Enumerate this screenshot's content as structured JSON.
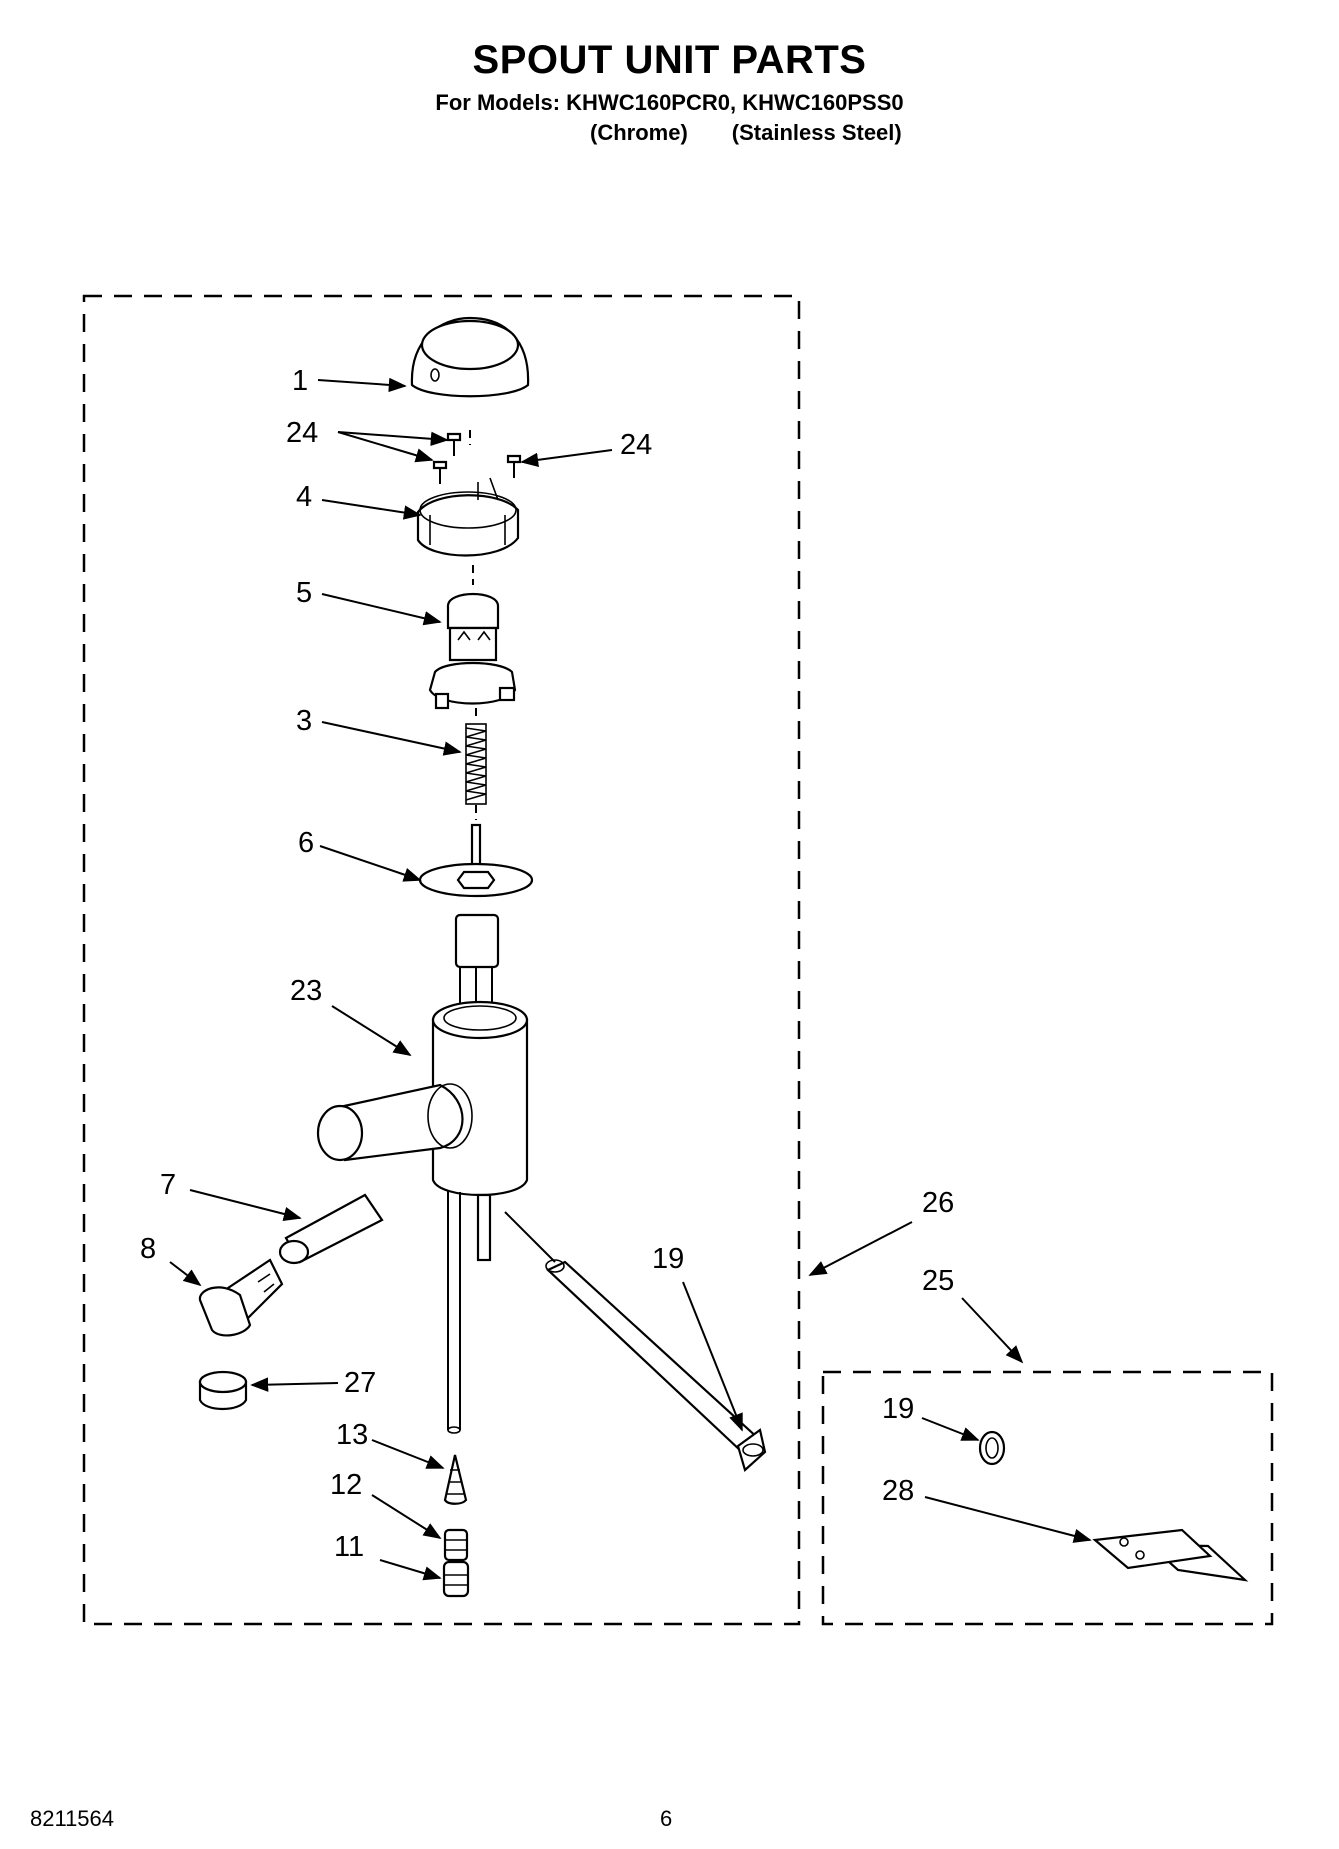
{
  "header": {
    "title": "SPOUT UNIT PARTS",
    "models": "For Models: KHWC160PCR0, KHWC160PSS0",
    "finish_1": "(Chrome)",
    "finish_2": "(Stainless Steel)"
  },
  "callouts": {
    "c1": "1",
    "c24a": "24",
    "c24b": "24",
    "c4": "4",
    "c5": "5",
    "c3": "3",
    "c6": "6",
    "c23": "23",
    "c7": "7",
    "c8": "8",
    "c27": "27",
    "c13": "13",
    "c12": "12",
    "c11": "11",
    "c19a": "19",
    "c26": "26",
    "c25": "25",
    "c19b": "19",
    "c28": "28"
  },
  "footer": {
    "doc_number": "8211564",
    "page_number": "6"
  }
}
